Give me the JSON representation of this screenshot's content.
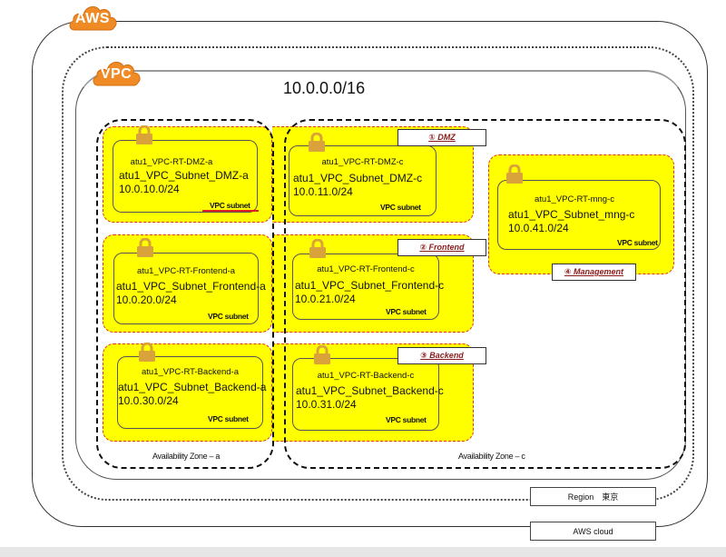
{
  "badges": {
    "aws": "AWS",
    "vpc": "VPC"
  },
  "vpc": {
    "cidr": "10.0.0.0/16"
  },
  "availability_zones": [
    {
      "label": "Availability Zone – a"
    },
    {
      "label": "Availability Zone – c"
    }
  ],
  "tiers": [
    {
      "label": "① DMZ"
    },
    {
      "label": "② Frontend"
    },
    {
      "label": "③ Backend"
    },
    {
      "label": "④ Management"
    }
  ],
  "subnets": {
    "dmz_a": {
      "route_table": "atu1_VPC-RT-DMZ-a",
      "name": "atu1_VPC_Subnet_DMZ-a",
      "cidr": "10.0.10.0/24",
      "tag": "VPC subnet"
    },
    "dmz_c": {
      "route_table": "atu1_VPC-RT-DMZ-c",
      "name": "atu1_VPC_Subnet_DMZ-c",
      "cidr": "10.0.11.0/24",
      "tag": "VPC subnet"
    },
    "frontend_a": {
      "route_table": "atu1_VPC-RT-Frontend-a",
      "name": "atu1_VPC_Subnet_Frontend-a",
      "cidr": "10.0.20.0/24",
      "tag": "VPC subnet"
    },
    "frontend_c": {
      "route_table": "atu1_VPC-RT-Frontend-c",
      "name": "atu1_VPC_Subnet_Frontend-c",
      "cidr": "10.0.21.0/24",
      "tag": "VPC subnet"
    },
    "backend_a": {
      "route_table": "atu1_VPC-RT-Backend-a",
      "name": "atu1_VPC_Subnet_Backend-a",
      "cidr": "10.0.30.0/24",
      "tag": "VPC subnet"
    },
    "backend_c": {
      "route_table": "atu1_VPC-RT-Backend-c",
      "name": "atu1_VPC_Subnet_Backend-c",
      "cidr": "10.0.31.0/24",
      "tag": "VPC subnet"
    },
    "mng_c": {
      "route_table": "atu1_VPC-RT-mng-c",
      "name": "atu1_VPC_Subnet_mng-c",
      "cidr": "10.0.41.0/24",
      "tag": "VPC subnet"
    }
  },
  "legend": {
    "region": "Region　東京",
    "aws_cloud": "AWS cloud"
  },
  "colors": {
    "aws_orange": "#f08a24",
    "subnet_fill": "#ffff00",
    "subnet_border": "#e03030",
    "lock_gold": "#d9a23a",
    "tier_label_text": "#8b1a1a"
  }
}
